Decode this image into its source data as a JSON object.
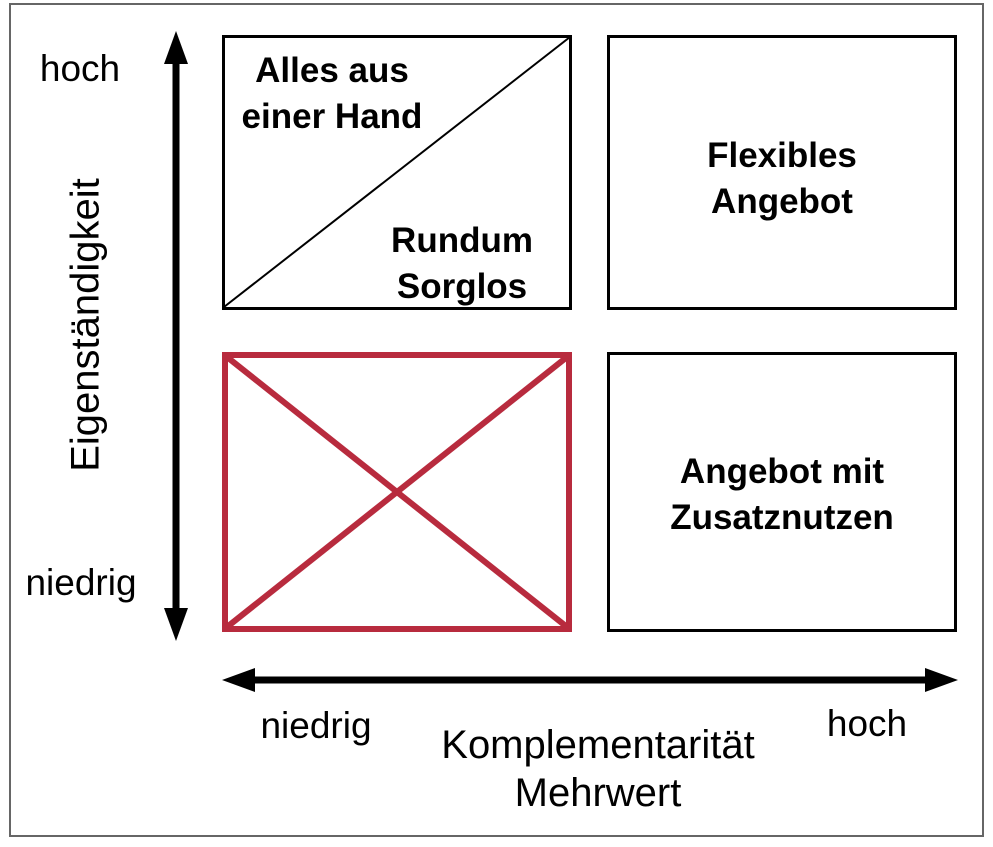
{
  "diagram": {
    "y_axis": {
      "title": "Eigenständigkeit",
      "high_label": "hoch",
      "low_label": "niedrig"
    },
    "x_axis": {
      "title_line1": "Komplementarität",
      "title_line2": "Mehrwert",
      "low_label": "niedrig",
      "high_label": "hoch"
    },
    "quadrants": {
      "top_left_upper": {
        "line1": "Alles aus",
        "line2": "einer Hand"
      },
      "top_left_lower": {
        "line1": "Rundum",
        "line2": "Sorglos"
      },
      "top_right": {
        "line1": "Flexibles",
        "line2": "Angebot"
      },
      "bottom_right": {
        "line1": "Angebot mit",
        "line2": "Zusatznutzen"
      }
    },
    "colors": {
      "excluded_box": "#B82B3E",
      "box_border": "#000000",
      "frame_border": "#666666"
    }
  }
}
